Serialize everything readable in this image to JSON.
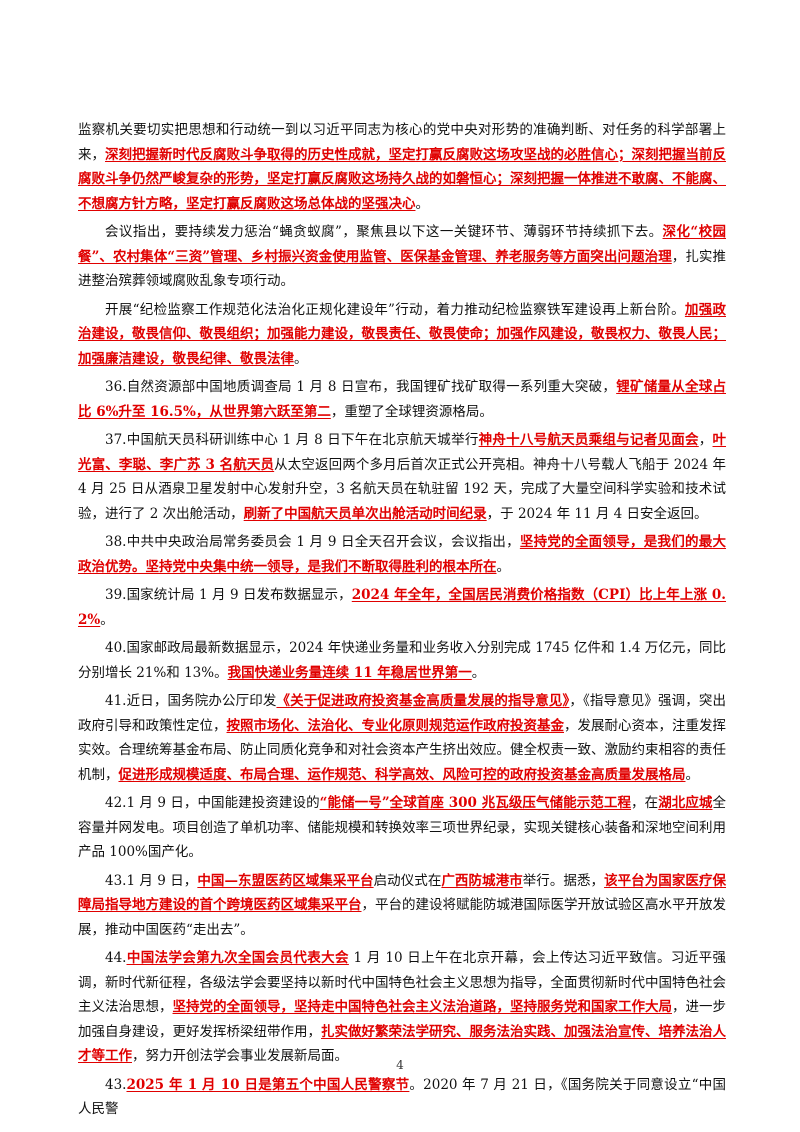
{
  "paragraphs": [
    {
      "indent": false,
      "segments": [
        {
          "t": "监察机关要切实把思想和行动统一到以习近平同志为核心的党中央对形势的准确判断、对任务的科学部署上来，"
        },
        {
          "t": "深刻把握新时代反腐败斗争取得的历史性成就，坚定打赢反腐败这场攻坚战的必胜信心；深刻把握当前反腐败斗争仍然严峻复杂的形势，坚定打赢反腐败这场持久战的如磐恒心；深刻把握一体推进不敢腐、不能腐、不想腐方针方略，坚定打赢反腐败这场总体战的坚强决心",
          "hl": true
        },
        {
          "t": "。"
        }
      ]
    },
    {
      "indent": true,
      "segments": [
        {
          "t": "会议指出，要持续发力惩治“蝇贪蚁腐”，聚焦县以下这一关键环节、薄弱环节持续抓下去。"
        },
        {
          "t": "深化“校园餐”、农村集体“三资”管理、乡村振兴资金使用监管、医保基金管理、养老服务等方面突出问题治理",
          "hl": true
        },
        {
          "t": "，扎实推进整治殡葬领域腐败乱象专项行动。"
        }
      ]
    },
    {
      "indent": true,
      "segments": [
        {
          "t": "开展“纪检监察工作规范化法治化正规化建设年”行动，着力推动纪检监察铁军建设再上新台阶。"
        },
        {
          "t": "加强政治建设，敬畏信仰、敬畏组织；加强能力建设，敬畏责任、敬畏使命；加强作风建设，敬畏权力、敬畏人民；加强廉洁建设，敬畏纪律、敬畏法律",
          "hl": true
        },
        {
          "t": "。"
        }
      ]
    },
    {
      "indent": true,
      "segments": [
        {
          "t": "36.自然资源部中国地质调查局 1 月 8 日宣布，我国锂矿找矿取得一系列重大突破，"
        },
        {
          "t": "锂矿储量从全球占比 6%升至 16.5%，从世界第六跃至第二",
          "hl": true
        },
        {
          "t": "，重塑了全球锂资源格局。"
        }
      ]
    },
    {
      "indent": true,
      "segments": [
        {
          "t": "37.中国航天员科研训练中心 1 月 8 日下午在北京航天城举行"
        },
        {
          "t": "神舟十八号航天员乘组与记者见面会",
          "hl": true
        },
        {
          "t": "，"
        },
        {
          "t": "叶光富、李聪、李广苏 3 名航天员",
          "hl": true
        },
        {
          "t": "从太空返回两个多月后首次正式公开亮相。神舟十八号载人飞船于 2024 年 4 月 25 日从酒泉卫星发射中心发射升空，3 名航天员在轨驻留 192 天，完成了大量空间科学实验和技术试验，进行了 2 次出舱活动，"
        },
        {
          "t": "刷新了中国航天员单次出舱活动时间纪录",
          "hl": true
        },
        {
          "t": "，于 2024 年 11 月 4 日安全返回。"
        }
      ]
    },
    {
      "indent": true,
      "segments": [
        {
          "t": "38.中共中央政治局常务委员会 1 月 9 日全天召开会议，会议指出，"
        },
        {
          "t": "坚持党的全面领导，是我们的最大政治优势。坚持党中央集中统一领导，是我们不断取得胜利的根本所在",
          "hl": true
        },
        {
          "t": "。"
        }
      ]
    },
    {
      "indent": true,
      "segments": [
        {
          "t": "39.国家统计局 1 月 9 日发布数据显示，"
        },
        {
          "t": "2024 年全年，全国居民消费价格指数（CPI）比上年上涨 0.2%",
          "hl": true
        },
        {
          "t": "。"
        }
      ]
    },
    {
      "indent": true,
      "segments": [
        {
          "t": "40.国家邮政局最新数据显示，2024 年快递业务量和业务收入分别完成 1745 亿件和 1.4 万亿元，同比分别增长 21%和 13%。"
        },
        {
          "t": "我国快递业务量连续 11 年稳居世界第一",
          "hl": true
        },
        {
          "t": "。"
        }
      ]
    },
    {
      "indent": true,
      "segments": [
        {
          "t": "41.近日，国务院办公厅印发"
        },
        {
          "t": "《关于促进政府投资基金高质量发展的指导意见》",
          "hl": true
        },
        {
          "t": "，《指导意见》强调，突出政府引导和政策性定位，"
        },
        {
          "t": "按照市场化、法治化、专业化原则规范运作政府投资基金",
          "hl": true
        },
        {
          "t": "，发展耐心资本，注重发挥实效。合理统筹基金布局、防止同质化竞争和对社会资本产生挤出效应。健全权责一致、激励约束相容的责任机制，"
        },
        {
          "t": "促进形成规模适度、布局合理、运作规范、科学高效、风险可控的政府投资基金高质量发展格局",
          "hl": true
        },
        {
          "t": "。"
        }
      ]
    },
    {
      "indent": true,
      "segments": [
        {
          "t": "42.1 月 9 日，中国能建投资建设的"
        },
        {
          "t": "“能储一号”全球首座 300 兆瓦级压气储能示范工程",
          "hl": true
        },
        {
          "t": "，在"
        },
        {
          "t": "湖北应城",
          "hl": true
        },
        {
          "t": "全容量并网发电。项目创造了单机功率、储能规模和转换效率三项世界纪录，实现关键核心装备和深地空间利用产品 100%国产化。"
        }
      ]
    },
    {
      "indent": true,
      "segments": [
        {
          "t": "43.1 月 9 日，"
        },
        {
          "t": "中国—东盟医药区域集采平台",
          "hl": true
        },
        {
          "t": "启动仪式在"
        },
        {
          "t": "广西防城港市",
          "hl": true
        },
        {
          "t": "举行。据悉，"
        },
        {
          "t": "该平台为国家医疗保障局指导地方建设的首个跨境医药区域集采平台",
          "hl": true
        },
        {
          "t": "，平台的建设将赋能防城港国际医学开放试验区高水平开放发展，推动中国医药“走出去”。"
        }
      ]
    },
    {
      "indent": true,
      "segments": [
        {
          "t": "44."
        },
        {
          "t": "中国法学会第九次全国会员代表大会",
          "hl": true
        },
        {
          "t": " 1 月 10 日上午在北京开幕，会上传达习近平致信。习近平强调，新时代新征程，各级法学会要坚持以新时代中国特色社会主义思想为指导，全面贯彻新时代中国特色社会主义法治思想，"
        },
        {
          "t": "坚持党的全面领导，坚持走中国特色社会主义法治道路，坚持服务党和国家工作大局",
          "hl": true
        },
        {
          "t": "，进一步加强自身建设，更好发挥桥梁纽带作用，"
        },
        {
          "t": "扎实做好繁荣法学研究、服务法治实践、加强法治宣传、培养法治人才等工作",
          "hl": true
        },
        {
          "t": "，努力开创法学会事业发展新局面。"
        }
      ]
    },
    {
      "indent": true,
      "segments": [
        {
          "t": "43."
        },
        {
          "t": "2025 年 1 月 10 日是第五个中国人民警察节",
          "hl": true
        },
        {
          "t": "。2020 年 7 月 21 日，《国务院关于同意设立“中国人民警"
        }
      ]
    }
  ],
  "page_number": "4"
}
